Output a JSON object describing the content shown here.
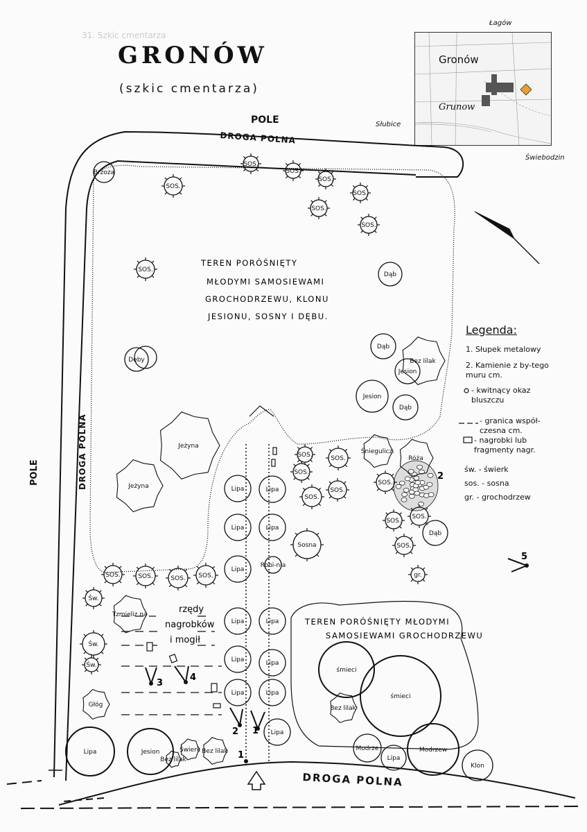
{
  "header": {
    "faint_caption": "31. Szkic cmentarza",
    "title": "GRONÓW",
    "subtitle": "(szkic cmentarza)"
  },
  "surroundings": {
    "pole_top": "POLE",
    "droga_top": "DROGA POLNA",
    "droga_bottom": "DROGA POLNA",
    "pole_left": "POLE",
    "droga_left": "DROGA POLNA"
  },
  "inset_map": {
    "town": "Gronów",
    "old_name": "Grunow",
    "north_place": "Łagów",
    "west_place": "Słubice",
    "southeast_place": "Świebodzin"
  },
  "areas": {
    "north_area": [
      "TEREN PORÓŚNIĘTY",
      "MŁODYMI SAMOSIEWAMI",
      "GROCHODRZEWU, KLONU",
      "JESIONU, SOSNY I DĘBU."
    ],
    "south_area": [
      "TEREN PORÓŚNIĘTY MŁODYMI",
      "SAMOSIEWAMI GROCHODRZEWU"
    ],
    "graves_rows": [
      "rzędy",
      "nagrobków",
      "i mogił"
    ]
  },
  "trees": {
    "brzoza": "Brzoza",
    "sos": "SOS.",
    "dab": "Dąb",
    "deby": "Dęby",
    "bez_lilak": "Bez lilak",
    "jesion": "Jesion",
    "jezyna": "Jeżyna",
    "lipa": "Lipa",
    "robinia": "Robi-nia",
    "sosna": "Sosna",
    "snieguliczka": "Śniegulicz.",
    "roza": "Róża",
    "sw": "Św.",
    "tzmieliza": "Tzmieliz na",
    "glog": "Głóg",
    "smieci": "śmieci",
    "modrzew": "Modrzew",
    "modrze_small": "Modrze",
    "klon": "Klon",
    "gr": "gr.",
    "swierk": "Świerk",
    "bez_lilak_small": "Bez lilak"
  },
  "markers": {
    "m1": "1",
    "m2": "2",
    "m3": "3",
    "m4": "4",
    "m5": "5",
    "m2_stones": "2"
  },
  "legend": {
    "title": "Legenda:",
    "items": [
      "1. Słupek metalowy",
      "2. Kamienie z by-tego muru cm.",
      "- kwitnący okaz bluszczu",
      "- granica współ-czesna cm.",
      "- nagrobki lub fragmenty nagr.",
      "św. - świerk",
      "sos. - sosna",
      "gr. - grochodrzew"
    ]
  }
}
